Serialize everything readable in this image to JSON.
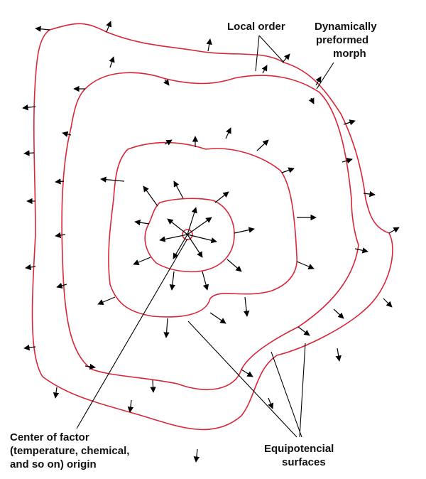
{
  "labels": {
    "local_order": "Local order",
    "morph_line1": "Dynamically",
    "morph_line2": "preformed",
    "morph_line3": "morph",
    "center_line1": "Center of factor",
    "center_line2": "(temperature, chemical,",
    "center_line3": "and so on) origin",
    "equi_line1": "Equipotencial",
    "equi_line2": "surfaces"
  },
  "colors": {
    "contour": "#d9263a",
    "arrow": "#000000",
    "text": "#111111"
  }
}
